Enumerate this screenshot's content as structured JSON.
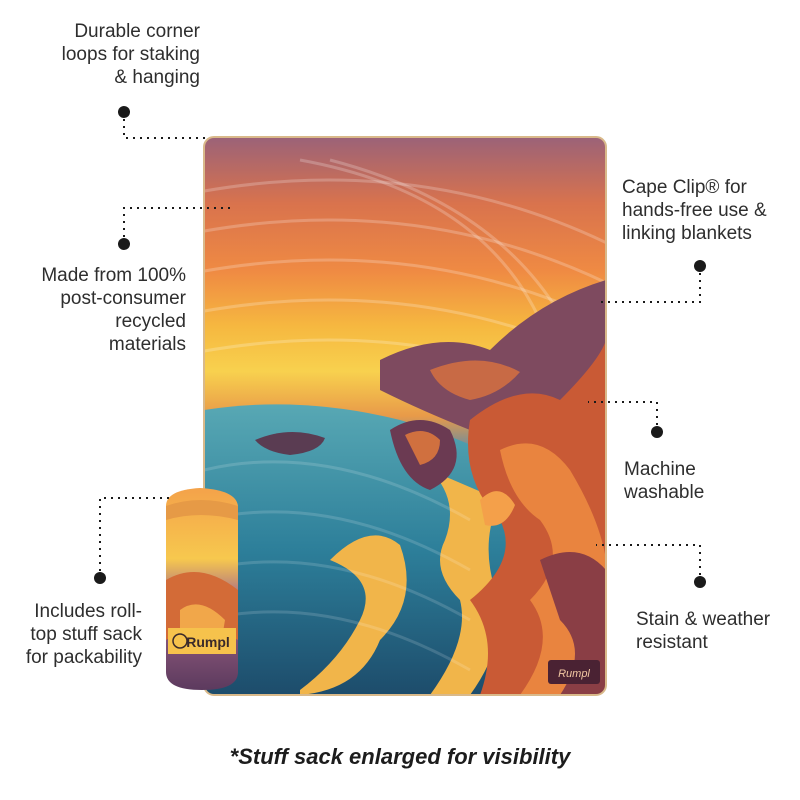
{
  "callouts": {
    "corner_loops": "Durable corner\nloops for staking\n& hanging",
    "recycled": "Made from 100%\npost-consumer\nrecycled\nmaterials",
    "stuff_sack": "Includes roll-\ntop stuff sack\nfor packability",
    "cape_clip": "Cape Clip® for\nhands-free use &\nlinking blankets",
    "washable": "Machine\nwashable",
    "weather": "Stain & weather\nresistant"
  },
  "footnote": "*Stuff sack enlarged for visibility",
  "brand": {
    "sack_logo": "Rumpl",
    "blanket_tag": "Rumpl"
  },
  "colors": {
    "dots": "#1a1a1a",
    "accent_orange": "#e8733a",
    "sea_teal": "#2f7f98",
    "navy": "#1c2d4f"
  }
}
